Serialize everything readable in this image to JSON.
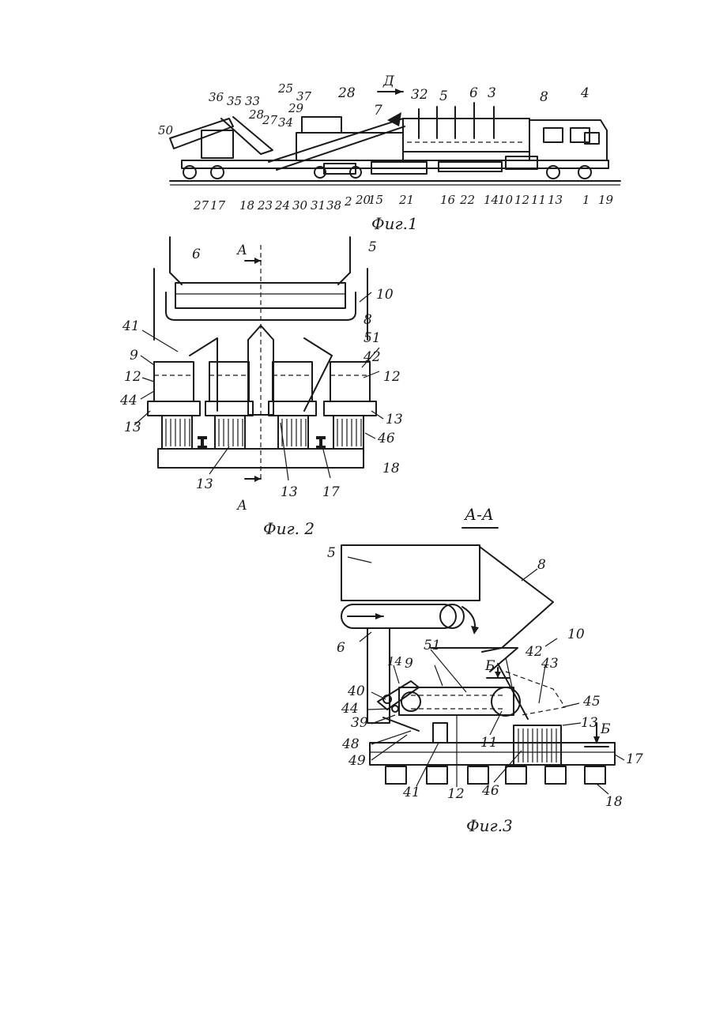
{
  "figures": {
    "fig1": {
      "caption": "Фиг.1",
      "arrow_label": "Д",
      "labels_top": [
        "36",
        "35",
        "33",
        "25",
        "37",
        "28",
        "7",
        "32",
        "5",
        "6",
        "3",
        "8",
        "4",
        "50",
        "28",
        "27",
        "29",
        "34"
      ],
      "labels_bottom": [
        "27",
        "17",
        "18",
        "23",
        "24",
        "30",
        "31",
        "38",
        "2",
        "20",
        "15",
        "21",
        "16",
        "22",
        "14",
        "10",
        "12",
        "11",
        "13",
        "1",
        "19"
      ]
    },
    "fig2": {
      "caption": "Фиг. 2",
      "section_mark": "А",
      "labels": [
        "6",
        "5",
        "10",
        "8",
        "41",
        "51",
        "9",
        "42",
        "12",
        "12",
        "44",
        "13",
        "13",
        "46",
        "13",
        "13",
        "17",
        "18"
      ]
    },
    "fig3": {
      "title": "А-А",
      "caption": "Фиг.3",
      "section_mark": "Б",
      "labels": [
        "5",
        "8",
        "6",
        "10",
        "51",
        "14",
        "9",
        "42",
        "43",
        "40",
        "44",
        "39",
        "48",
        "49",
        "45",
        "13",
        "11",
        "17",
        "41",
        "12",
        "46",
        "18"
      ]
    }
  },
  "colors": {
    "ink": "#1a1a1a",
    "paper": "#ffffff"
  }
}
